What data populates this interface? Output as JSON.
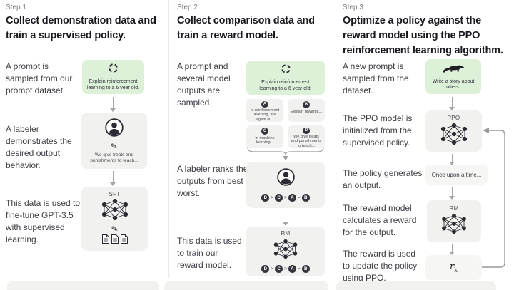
{
  "colors": {
    "prompt_green": "#ddf1d9",
    "box_gray": "#f1f1ef",
    "ink": "#2b2b33"
  },
  "icons": {
    "pencil": "✎"
  },
  "step1": {
    "label": "Step 1",
    "heading": "Collect demonstration data and train a supervised policy.",
    "prompt_text": "A prompt is sampled from our prompt dataset.",
    "prompt_box": "Explain reinforcement learning to a 6 year old.",
    "labeler_text": "A labeler demonstrates the desired output behavior.",
    "labeler_box": "We give treats and punishments to teach...",
    "sft_text": "This data is used to fine-tune GPT-3.5 with supervised learning.",
    "sft_label": "SFT"
  },
  "step2": {
    "label": "Step 2",
    "heading": "Collect comparison data and train a reward model.",
    "prompt_text": "A prompt and several model outputs are sampled.",
    "prompt_box": "Explain reinforcement learning to a 6 year old.",
    "outputs": [
      {
        "letter": "A",
        "text": "In reinforcement learning, the agent is..."
      },
      {
        "letter": "B",
        "text": "Explain rewards..."
      },
      {
        "letter": "C",
        "text": "In machine learning..."
      },
      {
        "letter": "D",
        "text": "We give treats and punishments to teach..."
      }
    ],
    "rank_text": "A labeler ranks the outputs from best to worst.",
    "ranking": [
      "D",
      ">",
      "C",
      ">",
      "A",
      "=",
      "B"
    ],
    "rm_text": "This data is used to train our reward model.",
    "rm_label": "RM"
  },
  "step3": {
    "label": "Step 3",
    "heading": "Optimize a policy against the reward model using the PPO reinforcement learning algorithm.",
    "prompt_text": "A new prompt is sampled from the dataset.",
    "prompt_box": "Write a story about otters.",
    "ppo_text": "The PPO model is initialized from the supervised policy.",
    "ppo_label": "PPO",
    "output_text": "The policy generates an output.",
    "output_box": "Once upon a time...",
    "reward_text": "The reward model calculates a reward for the output.",
    "rm_label": "RM",
    "update_text": "The reward is used to update the policy using PPO.",
    "reward_var": "r",
    "reward_var_sub": "k"
  }
}
